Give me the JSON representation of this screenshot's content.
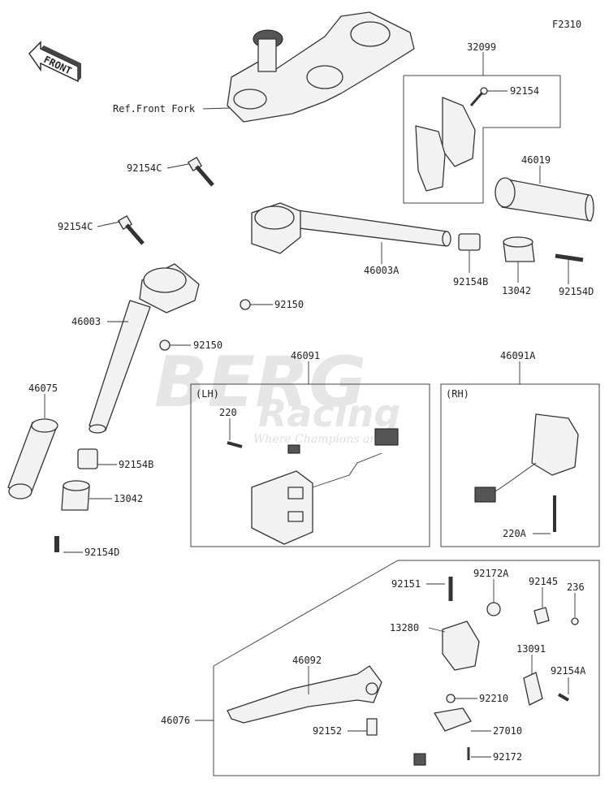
{
  "figure_code": "F2310",
  "front_arrow_label": "FRONT",
  "watermark": {
    "brand": "BERG",
    "sub": "Racing",
    "tagline": "Where Champions are"
  },
  "group_labels": {
    "lh": "(LH)",
    "rh": "(RH)"
  },
  "parts": {
    "ref_front_fork": "Ref.Front Fork",
    "p32099": "32099",
    "p92154_top": "92154",
    "p46019": "46019",
    "p92154C_upper": "92154C",
    "p92154C_lower": "92154C",
    "p46003A": "46003A",
    "p92154B_right": "92154B",
    "p13042_right": "13042",
    "p92154D_right": "92154D",
    "p92150_upper": "92150",
    "p46003": "46003",
    "p92150_lower": "92150",
    "p46091": "46091",
    "p46091A": "46091A",
    "p220": "220",
    "p220A": "220A",
    "p46075": "46075",
    "p92154B_left": "92154B",
    "p13042_left": "13042",
    "p92154D_left": "92154D",
    "p92151": "92151",
    "p92172A": "92172A",
    "p92145": "92145",
    "p236": "236",
    "p13280": "13280",
    "p13091": "13091",
    "p46092": "46092",
    "p92154A": "92154A",
    "p92210": "92210",
    "p46076": "46076",
    "p27010": "27010",
    "p92152": "92152",
    "p92172": "92172"
  }
}
